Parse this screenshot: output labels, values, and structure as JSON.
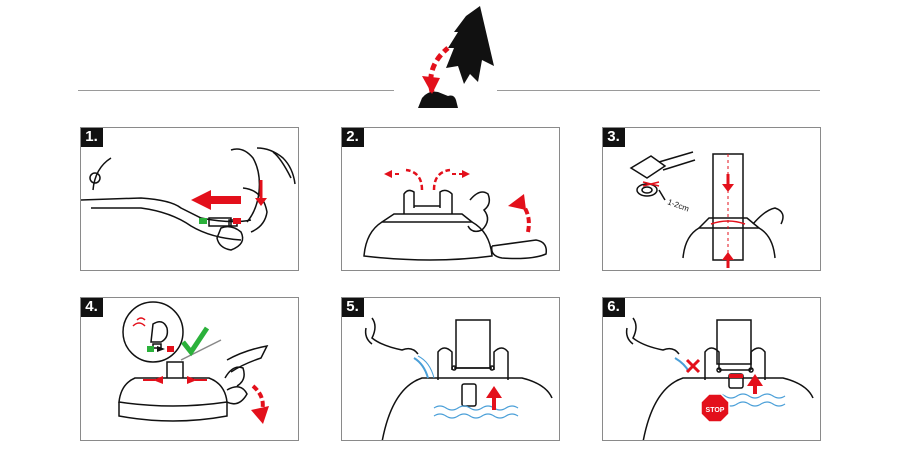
{
  "steps": [
    {
      "label": "1."
    },
    {
      "label": "2."
    },
    {
      "label": "3."
    },
    {
      "label": "4."
    },
    {
      "label": "5."
    },
    {
      "label": "6."
    }
  ],
  "annotations": {
    "cut_length": "1-2cm",
    "stop_sign": "STOP"
  },
  "colors": {
    "accent_red": "#e3101b",
    "check_green": "#2bb13b",
    "water_blue": "#4a9fd8",
    "line": "#111111"
  }
}
